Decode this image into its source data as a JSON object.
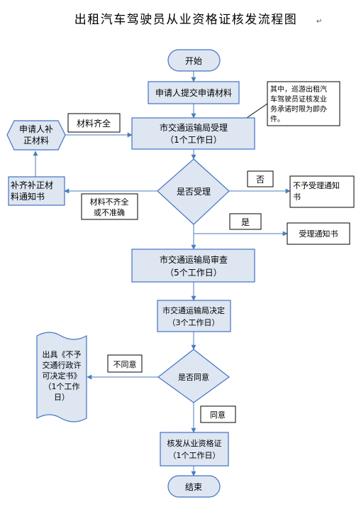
{
  "title": "出租汽车驾驶员从业资格证核发流程图",
  "title_mark": "↵",
  "colors": {
    "fill": "#dde6f1",
    "stroke": "#4472c4",
    "line": "#4a7ebb",
    "text": "#000000",
    "label_fill": "#ffffff"
  },
  "nodes": {
    "start": "开始",
    "submit": "申请人提交申请材料",
    "accept_1": "市交通运输局受理",
    "accept_2": "（1个工作日）",
    "supplement_1": "申请人补",
    "supplement_2": "正材料",
    "notice_1": "补齐补正材",
    "notice_2": "料通知书",
    "decision_accept": "是否受理",
    "reject_notice_1": "不予受理通知",
    "reject_notice_2": "书",
    "accept_notice": "受理通知书",
    "review_1": "市交通运输局审查",
    "review_2": "（5个工作日）",
    "decide_1": "市交通运输局决定",
    "decide_2": "（3个工作日）",
    "decision_agree": "是否同意",
    "refusal_doc": [
      "出具《不予",
      "交通行政许",
      "可决定书》",
      "（1个工作",
      "日）"
    ],
    "issue_1": "核发从业资格证",
    "issue_2": "（1个工作日）",
    "end": "结束"
  },
  "labels": {
    "materials_ok": "材料齐全",
    "materials_bad_1": "材料不齐全",
    "materials_bad_2": "或不准确",
    "no": "否",
    "yes": "是",
    "disagree": "不同意",
    "agree": "同意"
  },
  "note": [
    "其中，巡游出租汽",
    "车驾驶员证核发业",
    "务承诺时限为即办",
    "件。"
  ]
}
